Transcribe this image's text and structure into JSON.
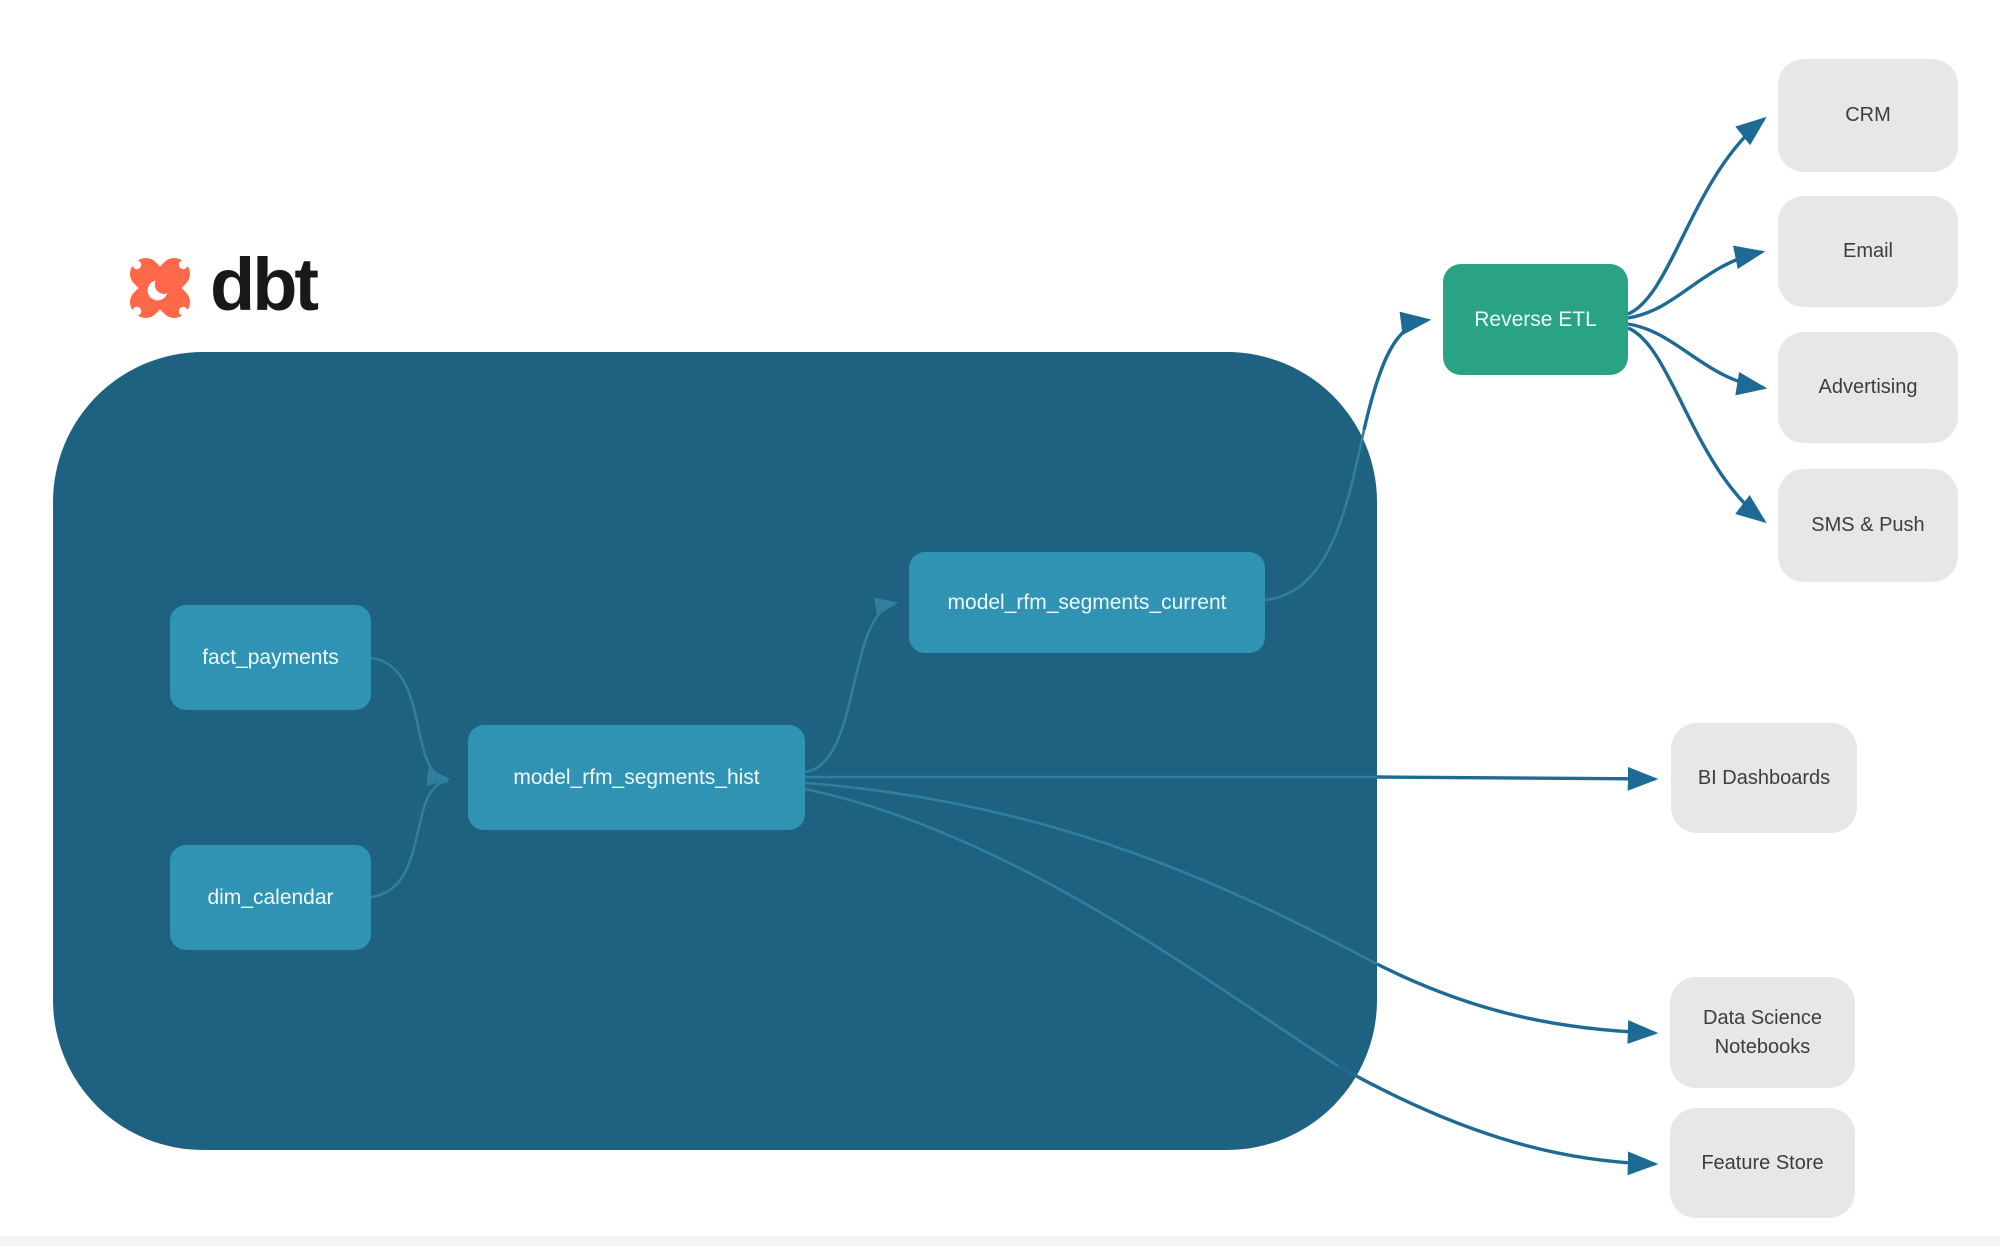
{
  "logo": {
    "brand": "dbt",
    "icon": "dbt-star-icon",
    "icon_color": "#ff694a"
  },
  "colors": {
    "warehouse_background": "#1f6180",
    "model_node": "#3093b3",
    "etl_node": "#2aa284",
    "destination_node": "#e7e7e7",
    "edge_outside": "#1d6b94",
    "edge_inside": "#2f7f9e",
    "node_text_light": "#eefafd",
    "destination_text": "#3d3d3d"
  },
  "diagram": {
    "warehouse_nodes": [
      {
        "id": "fact_payments",
        "label": "fact_payments"
      },
      {
        "id": "dim_calendar",
        "label": "dim_calendar"
      },
      {
        "id": "model_rfm_segments_hist",
        "label": "model_rfm_segments_hist"
      },
      {
        "id": "model_rfm_segments_current",
        "label": "model_rfm_segments_current"
      }
    ],
    "etl_node": {
      "id": "reverse_etl",
      "label": "Reverse ETL"
    },
    "destination_nodes": [
      {
        "id": "crm",
        "label": "CRM"
      },
      {
        "id": "email",
        "label": "Email"
      },
      {
        "id": "advertising",
        "label": "Advertising"
      },
      {
        "id": "sms_push",
        "label": "SMS & Push"
      },
      {
        "id": "bi_dashboards",
        "label": "BI Dashboards"
      },
      {
        "id": "data_science_notebooks",
        "label": "Data Science Notebooks"
      },
      {
        "id": "feature_store",
        "label": "Feature Store"
      }
    ],
    "edges": [
      {
        "from": "fact_payments",
        "to": "model_rfm_segments_hist"
      },
      {
        "from": "dim_calendar",
        "to": "model_rfm_segments_hist"
      },
      {
        "from": "model_rfm_segments_hist",
        "to": "model_rfm_segments_current"
      },
      {
        "from": "model_rfm_segments_hist",
        "to": "bi_dashboards"
      },
      {
        "from": "model_rfm_segments_hist",
        "to": "data_science_notebooks"
      },
      {
        "from": "model_rfm_segments_hist",
        "to": "feature_store"
      },
      {
        "from": "model_rfm_segments_current",
        "to": "reverse_etl"
      },
      {
        "from": "reverse_etl",
        "to": "crm"
      },
      {
        "from": "reverse_etl",
        "to": "email"
      },
      {
        "from": "reverse_etl",
        "to": "advertising"
      },
      {
        "from": "reverse_etl",
        "to": "sms_push"
      }
    ]
  }
}
